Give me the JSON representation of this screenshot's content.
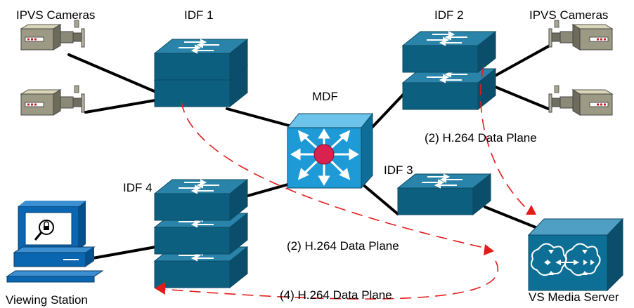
{
  "labels": {
    "ipvs_left": "IPVS Cameras",
    "idf1": "IDF 1",
    "idf2": "IDF 2",
    "ipvs_right": "IPVS Cameras",
    "mdf": "MDF",
    "flow_idf2": "(2) H.264 Data Plane",
    "idf3": "IDF 3",
    "idf4": "IDF 4",
    "flow_idf4": "(2) H.264 Data Plane",
    "flow_return": "(4) H.264 Data Plane",
    "viewing_station": "Viewing Station",
    "media_server": "VS Media Server"
  },
  "colors": {
    "switch_top": "#2a84aa",
    "switch_face": "#0d5f80",
    "mdf_face": "#1e9ad6",
    "mdf_hub": "#d9224f",
    "link": "#000000",
    "data_flow": "#e41b1b",
    "server": "#0e6f96",
    "station": "#0b66b2"
  },
  "icons": [
    "camera-icon",
    "layer2-switch-icon",
    "multilayer-switch-icon",
    "media-server-icon",
    "workstation-icon"
  ]
}
